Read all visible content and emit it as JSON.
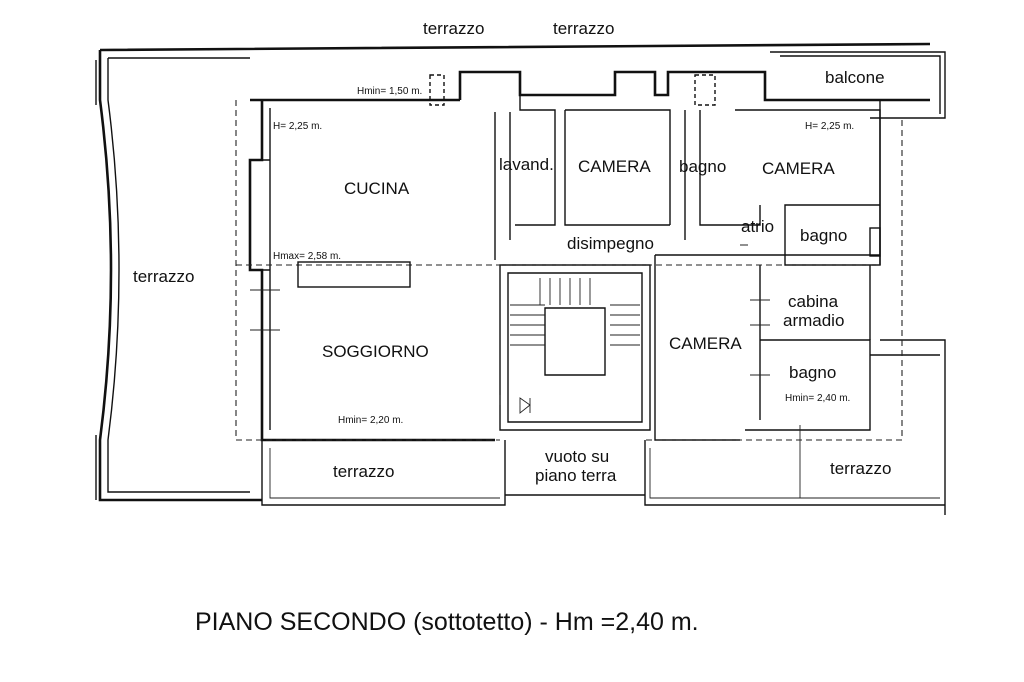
{
  "labels": {
    "terrazzo_top1": "terrazzo",
    "terrazzo_top2": "terrazzo",
    "balcone": "balcone",
    "lavand": "lavand.",
    "camera_top": "CAMERA",
    "bagno_top": "bagno",
    "camera_right": "CAMERA",
    "atrio": "atrio",
    "bagno_right": "bagno",
    "cucina": "CUCINA",
    "disimpegno": "disimpegno",
    "terrazzo_left": "terrazzo",
    "cabina": "cabina",
    "armadio": "armadio",
    "soggiorno": "SOGGIORNO",
    "camera_low": "CAMERA",
    "bagno_low": "bagno",
    "terrazzo_bottom": "terrazzo",
    "vuoto1": "vuoto su",
    "vuoto2": "piano terra",
    "terrazzo_br": "terrazzo"
  },
  "heights": {
    "hmin_top": "Hmin= 1,50 m.",
    "h_left": "H= 2,25 m.",
    "h_right": "H= 2,25 m.",
    "hmax": "Hmax= 2,58 m.",
    "hmin_bottom": "Hmin= 2,20 m.",
    "hmin_right": "Hmin= 2,40 m."
  },
  "title": "PIANO SECONDO (sottotetto) - Hm =2,40 m."
}
